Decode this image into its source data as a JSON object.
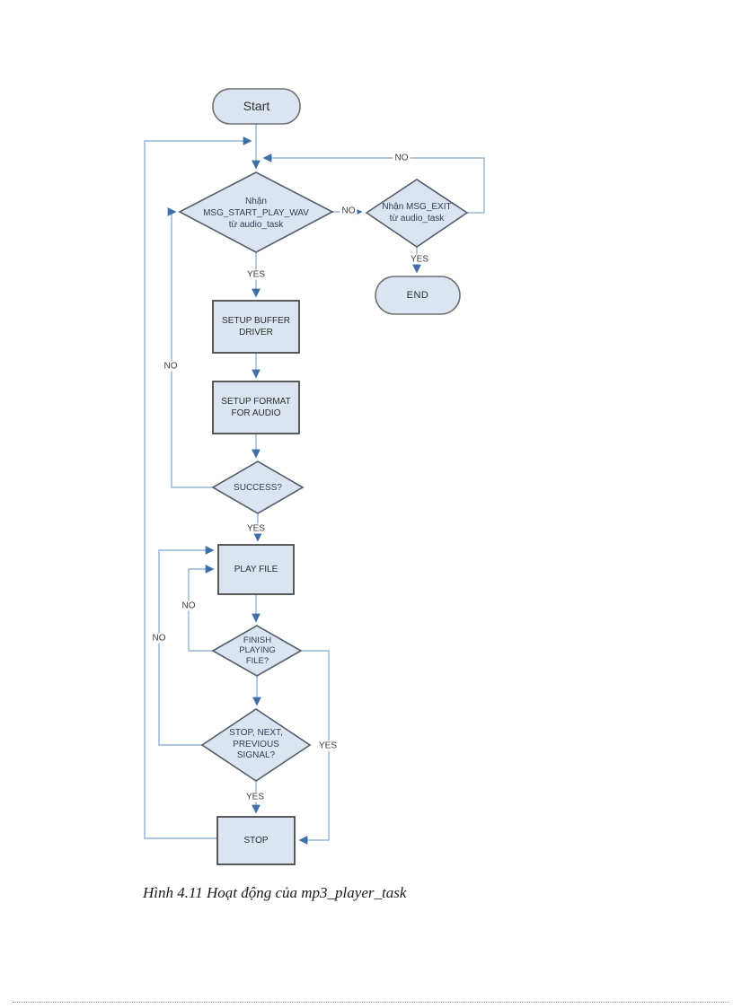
{
  "diagram": {
    "nodes": {
      "start": {
        "label": "Start"
      },
      "decision_start_play": {
        "label": "Nhận\nMSG_START_PLAY_WAV\ntừ audio_task"
      },
      "decision_msg_exit": {
        "label": "Nhận MSG_EXIT\ntừ audio_task"
      },
      "end": {
        "label": "END"
      },
      "setup_buffer": {
        "label": "SETUP BUFFER\nDRIVER"
      },
      "setup_format": {
        "label": "SETUP FORMAT\nFOR AUDIO"
      },
      "success": {
        "label": "SUCCESS?"
      },
      "play_file": {
        "label": "PLAY FILE"
      },
      "finish_playing": {
        "label": "FINISH\nPLAYING\nFILE?"
      },
      "stop_next_prev": {
        "label": "STOP, NEXT,\nPREVIOUS\nSIGNAL?"
      },
      "stop": {
        "label": "STOP"
      }
    },
    "edges": {
      "no_start_play_to_exit": "NO",
      "no_exit_loop_top": "NO",
      "yes_exit_to_end": "YES",
      "yes_start_play": "YES",
      "no_success_loop": "NO",
      "yes_success": "YES",
      "no_finish_loop": "NO",
      "no_stop_next_loop": "NO",
      "yes_finish_right": "YES",
      "yes_stop_next": "YES"
    },
    "caption": "Hình 4.11 Hoạt động của mp3_player_task"
  },
  "colors": {
    "node_fill": "#dbe5f1",
    "connector": "#95b3d7",
    "arrowhead": "#3f6fa8",
    "box_border": "#3f3f3f",
    "diamond_border": "#555d6b",
    "oval_border": "#6e6e6e",
    "page_bg": "#ffffff"
  }
}
